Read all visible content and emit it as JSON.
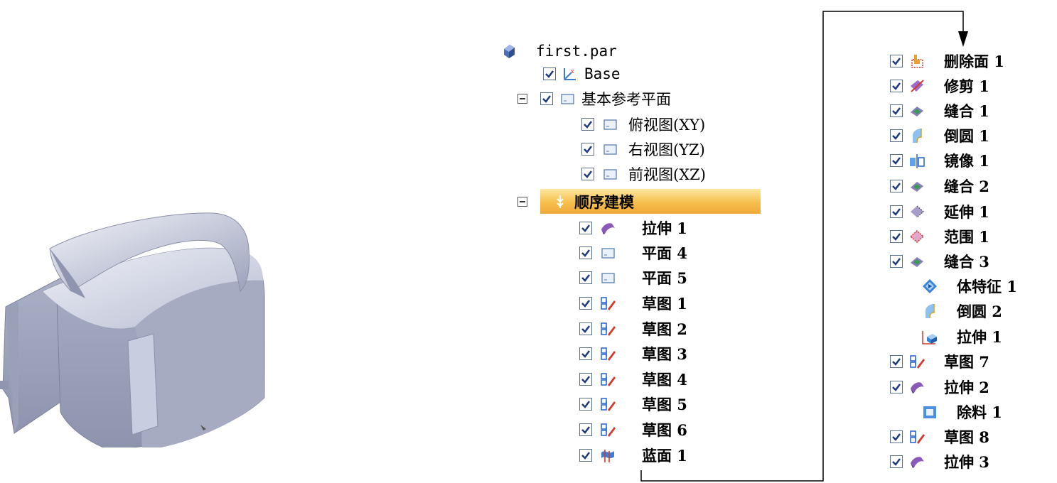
{
  "left_tree": {
    "root": {
      "label": "first.par",
      "icon": "part-file-icon"
    },
    "items": [
      {
        "label": "Base",
        "icon": "coordinate-system-icon",
        "checked": true
      },
      {
        "label": "基本参考平面",
        "icon": "plane-icon",
        "checked": true,
        "expander": "collapse"
      },
      {
        "label": "俯视图(XY)",
        "icon": "plane-icon",
        "checked": true
      },
      {
        "label": "右视图(YZ)",
        "icon": "plane-icon",
        "checked": true
      },
      {
        "label": "前视图(XZ)",
        "icon": "plane-icon",
        "checked": true
      },
      {
        "label": "顺序建模",
        "icon": "ordered-modeling-icon",
        "expander": "collapse",
        "selected": true
      },
      {
        "label": "拉伸 1",
        "icon": "extrude-surface-icon",
        "checked": true
      },
      {
        "label": "平面 4",
        "icon": "plane-icon",
        "checked": true
      },
      {
        "label": "平面 5",
        "icon": "plane-icon",
        "checked": true
      },
      {
        "label": "草图 1",
        "icon": "sketch-icon",
        "checked": true
      },
      {
        "label": "草图 2",
        "icon": "sketch-icon",
        "checked": true
      },
      {
        "label": "草图 3",
        "icon": "sketch-icon",
        "checked": true
      },
      {
        "label": "草图 4",
        "icon": "sketch-icon",
        "checked": true
      },
      {
        "label": "草图 5",
        "icon": "sketch-icon",
        "checked": true
      },
      {
        "label": "草图 6",
        "icon": "sketch-icon",
        "checked": true
      },
      {
        "label": "蓝面 1",
        "icon": "bluesurf-icon",
        "checked": true
      }
    ]
  },
  "right_tree": {
    "items": [
      {
        "label": "删除面 1",
        "icon": "delete-face-icon",
        "checked": true
      },
      {
        "label": "修剪 1",
        "icon": "trim-icon",
        "checked": true
      },
      {
        "label": "缝合 1",
        "icon": "stitch-icon",
        "checked": true
      },
      {
        "label": "倒圆 1",
        "icon": "round-icon",
        "checked": true
      },
      {
        "label": "镜像 1",
        "icon": "mirror-icon",
        "checked": true
      },
      {
        "label": "缝合 2",
        "icon": "stitch-icon",
        "checked": true
      },
      {
        "label": "延伸 1",
        "icon": "extend-icon",
        "checked": true
      },
      {
        "label": "范围 1",
        "icon": "range-icon",
        "checked": true
      },
      {
        "label": "缝合 3",
        "icon": "stitch-icon",
        "checked": true
      },
      {
        "label": "体特征 1",
        "icon": "body-feature-icon",
        "checked": false
      },
      {
        "label": "倒圆 2",
        "icon": "round-icon",
        "checked": false
      },
      {
        "label": "拉伸 1",
        "icon": "extrude-solid-icon",
        "checked": false
      },
      {
        "label": "草图 7",
        "icon": "sketch-icon",
        "checked": true
      },
      {
        "label": "拉伸 2",
        "icon": "extrude-surface-icon",
        "checked": true
      },
      {
        "label": "除料 1",
        "icon": "cutout-icon",
        "checked": false
      },
      {
        "label": "草图 8",
        "icon": "sketch-icon",
        "checked": true
      },
      {
        "label": "拉伸 3",
        "icon": "extrude-surface-icon",
        "checked": true
      }
    ]
  },
  "colors": {
    "selection_highlight": "#f6bf4c",
    "checkbox_border": "#5a6f8a",
    "model_surface": "#b9bfd3"
  }
}
